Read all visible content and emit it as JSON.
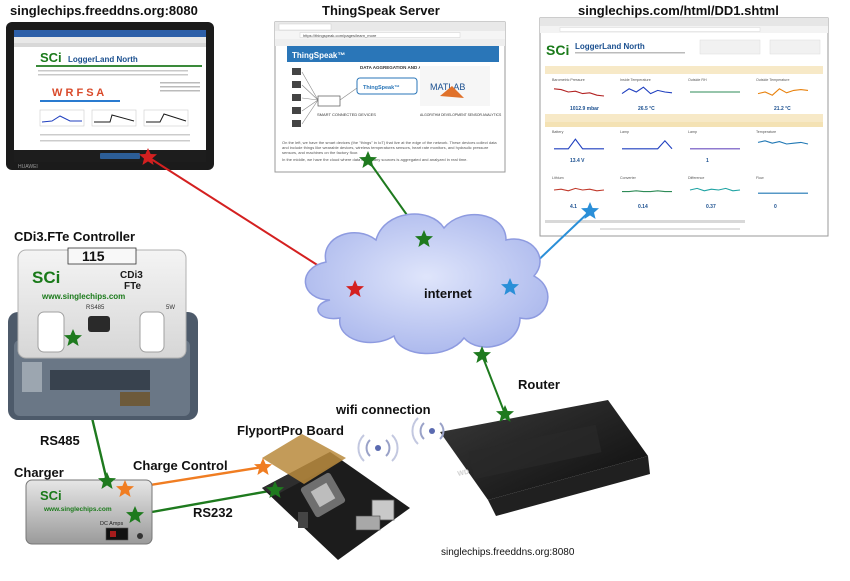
{
  "labels": {
    "top_left_url": "singlechips.freeddns.org:8080",
    "thingspeak_title": "ThingSpeak Server",
    "top_right_url": "singlechips.com/html/DD1.shtml",
    "controller": "CDi3.FTe Controller",
    "internet": "internet",
    "router": "Router",
    "wifi": "wifi connection",
    "flyport": "FlyportPro Board",
    "rs485": "RS485",
    "charger": "Charger",
    "charge_control": "Charge Control",
    "rs232": "RS232",
    "bottom_url": "singlechips.freeddns.org:8080"
  },
  "tablet": {
    "brand": "HUAWEI",
    "logo": "SCi",
    "site_title": "LoggerLand North",
    "banner": "W R F S A"
  },
  "thingspeak_page": {
    "url": "https://thingspeak.com/pages/learn_more",
    "brand": "ThingSpeak™",
    "header_text": "DATA AGGREGATION AND ANALYTICS",
    "matlab": "MATLAB",
    "devices_caption": "SMART CONNECTED DEVICES",
    "algo_caption": "ALGORITHM DEVELOPMENT SENSOR ANALYTICS",
    "para1": "On the left, we have the smart devices (the \"things\" in IoT) that live at the edge of the network. These devices collect data and include things like wearable devices, wireless temperatures sensors, heart rate monitors, and hydraulic pressure sensors, and machines on the factory floor.",
    "para2": "In the middle, we have the cloud where data from many sources is aggregated and analyzed in real time."
  },
  "dashboard": {
    "logo": "SCi",
    "title": "LoggerLand North",
    "panels": [
      "Barometric Pressure",
      "Inside Temperature",
      "Outside RH",
      "Outside Temperature",
      "Battery",
      "Lamp",
      "Lamp",
      "Temperature",
      "Lithium",
      "Converter",
      "Difference",
      "Flow"
    ],
    "panel_colors": [
      "#b22222",
      "#1f3fbf",
      "#2e8b57",
      "#e8820e",
      "#1f3fbf",
      "#1f3fbf",
      "#6a4fbf",
      "#1f77b4",
      "#c0392b",
      "#2e8b57",
      "#1fa3a3",
      "#1f77b4"
    ],
    "values": [
      "1012.9 mbar",
      "26.5 °C",
      "",
      "21.2 °C",
      "13.4 V",
      "",
      "1",
      "",
      "4.1",
      "0.14",
      "0.37",
      "0"
    ]
  },
  "controller_box": {
    "display": "115",
    "logo": "SCi",
    "brand_line1": "CDi3",
    "brand_line2": "FTe",
    "site": "www.singlechips.com",
    "port1": "RS485",
    "port2": "5W"
  },
  "charger_box": {
    "logo": "SCi",
    "site": "www.singlechips.com",
    "label": "DC Amps"
  },
  "colors": {
    "green": "#1e7a1e",
    "red": "#d42020",
    "blue": "#2a8fd8",
    "orange": "#f07d22",
    "cloud": "#bfc8f2"
  }
}
